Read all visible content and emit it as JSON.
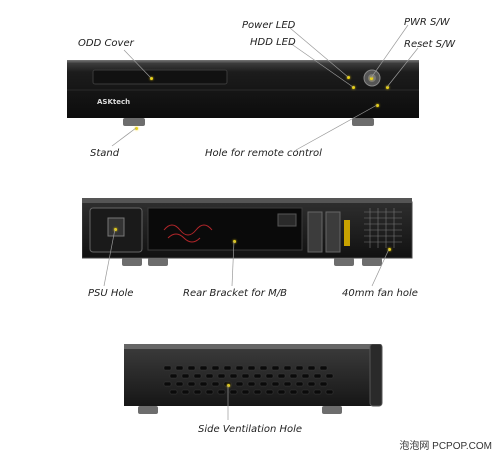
{
  "labels": {
    "odd_cover": "ODD Cover",
    "power_led": "Power LED",
    "hdd_led": "HDD LED",
    "pwr_sw": "PWR S/W",
    "reset_sw": "Reset S/W",
    "stand": "Stand",
    "hole_remote": "Hole for remote control",
    "psu_hole": "PSU Hole",
    "rear_bracket": "Rear Bracket for M/B",
    "fan_hole": "40mm fan hole",
    "side_vent": "Side Ventilation Hole"
  },
  "brand_logo": "ASKtech",
  "watermark": "泡泡网 PCPOP.COM"
}
